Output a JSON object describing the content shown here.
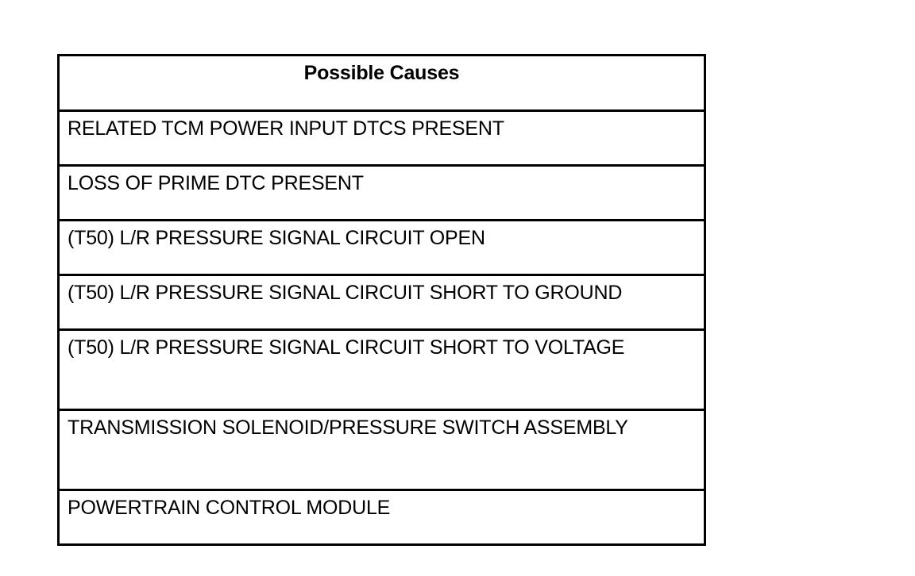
{
  "table": {
    "header": "Possible Causes",
    "rows": [
      "RELATED TCM POWER INPUT DTCS PRESENT",
      "LOSS OF PRIME DTC PRESENT",
      "(T50) L/R PRESSURE SIGNAL CIRCUIT OPEN",
      "(T50) L/R PRESSURE SIGNAL CIRCUIT SHORT TO GROUND",
      "(T50) L/R PRESSURE SIGNAL CIRCUIT SHORT TO VOLTAGE",
      "TRANSMISSION SOLENOID/PRESSURE SWITCH ASSEMBLY",
      "POWERTRAIN CONTROL MODULE"
    ]
  }
}
